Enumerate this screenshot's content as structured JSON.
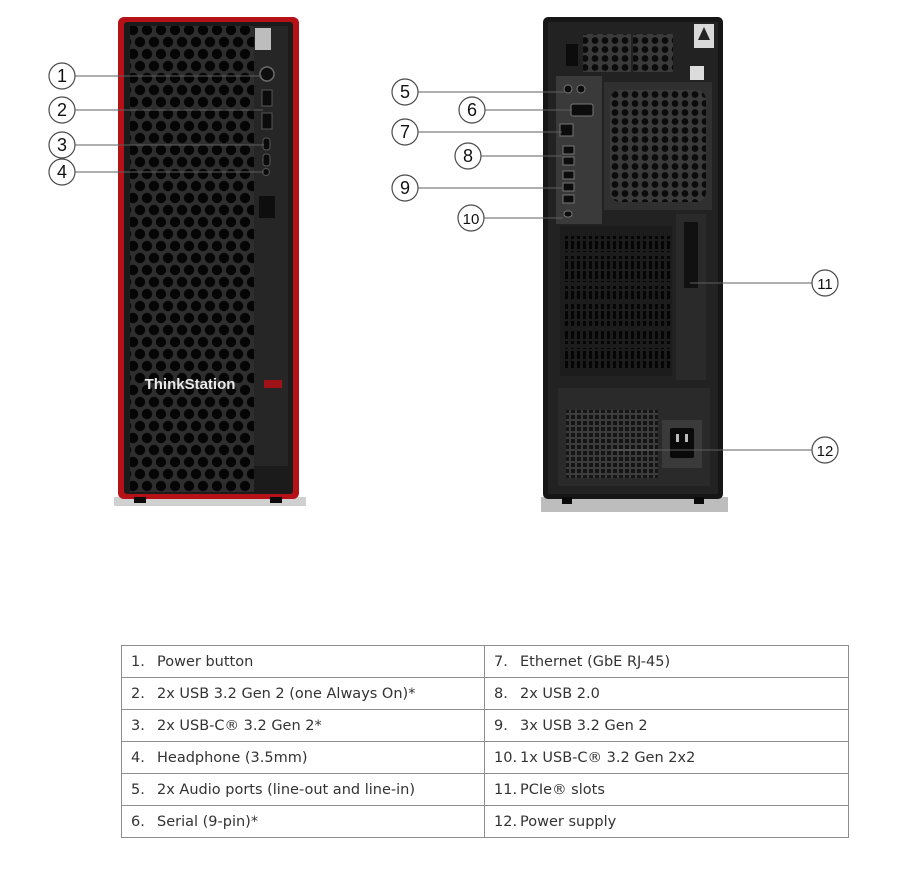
{
  "front_view": {
    "brand": "ThinkStation",
    "callouts": [
      "1",
      "2",
      "3",
      "4"
    ]
  },
  "rear_view": {
    "callouts": [
      "5",
      "6",
      "7",
      "8",
      "9",
      "10",
      "11",
      "12"
    ]
  },
  "legend": {
    "rows": [
      {
        "left_num": "1.",
        "left_text": "Power button",
        "right_num": "7.",
        "right_text": "Ethernet (GbE RJ-45)"
      },
      {
        "left_num": "2.",
        "left_text": "2x USB 3.2 Gen 2 (one Always On)*",
        "right_num": "8.",
        "right_text": "2x USB 2.0"
      },
      {
        "left_num": "3.",
        "left_text": "2x USB-C® 3.2 Gen 2*",
        "right_num": "9.",
        "right_text": "3x USB 3.2 Gen 2"
      },
      {
        "left_num": "4.",
        "left_text": "Headphone (3.5mm)",
        "right_num": "10.",
        "right_text": "1x USB-C® 3.2 Gen 2x2"
      },
      {
        "left_num": "5.",
        "left_text": "2x Audio ports (line-out and line-in)",
        "right_num": "11.",
        "right_text": "PCIe® slots"
      },
      {
        "left_num": "6.",
        "left_text": "Serial (9-pin)*",
        "right_num": "12.",
        "right_text": "Power supply"
      }
    ]
  },
  "colors": {
    "accent_red": "#c8161d",
    "chassis_dark": "#2b2b2b",
    "chassis_black": "#141414"
  }
}
